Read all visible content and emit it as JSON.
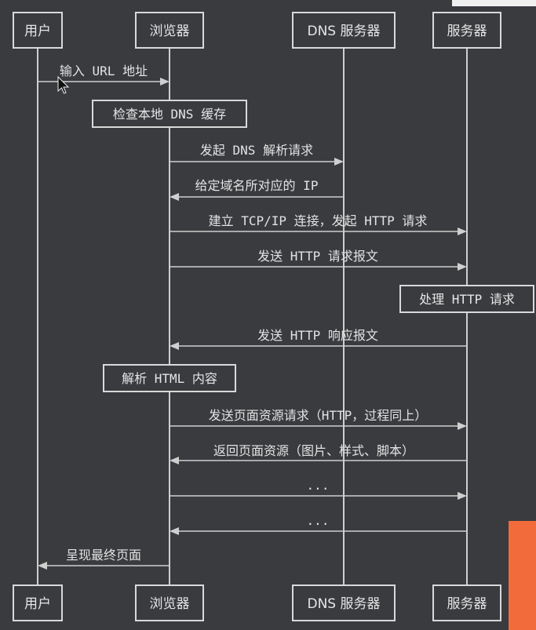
{
  "actors": [
    {
      "id": "user",
      "label": "用户"
    },
    {
      "id": "browser",
      "label": "浏览器"
    },
    {
      "id": "dns",
      "label": "DNS 服务器"
    },
    {
      "id": "server",
      "label": "服务器"
    }
  ],
  "messages": [
    {
      "from": "user",
      "to": "browser",
      "label": "输入 URL 地址"
    },
    {
      "note": true,
      "over": "browser",
      "label": "检查本地 DNS 缓存"
    },
    {
      "from": "browser",
      "to": "dns",
      "label": "发起 DNS 解析请求"
    },
    {
      "from": "dns",
      "to": "browser",
      "label": "给定域名所对应的 IP"
    },
    {
      "from": "browser",
      "to": "server",
      "label": "建立 TCP/IP 连接，发起 HTTP 请求"
    },
    {
      "from": "browser",
      "to": "server",
      "label": "发送 HTTP 请求报文"
    },
    {
      "note": true,
      "over": "server",
      "label": "处理 HTTP 请求"
    },
    {
      "from": "server",
      "to": "browser",
      "label": "发送 HTTP 响应报文"
    },
    {
      "note": true,
      "over": "browser",
      "label": "解析 HTML 内容"
    },
    {
      "from": "browser",
      "to": "server",
      "label": "发送页面资源请求（HTTP，过程同上）"
    },
    {
      "from": "server",
      "to": "browser",
      "label": "返回页面资源（图片、样式、脚本）"
    },
    {
      "from": "browser",
      "to": "server",
      "label": "..."
    },
    {
      "from": "server",
      "to": "browser",
      "label": "..."
    },
    {
      "from": "browser",
      "to": "user",
      "label": "呈现最终页面"
    }
  ]
}
